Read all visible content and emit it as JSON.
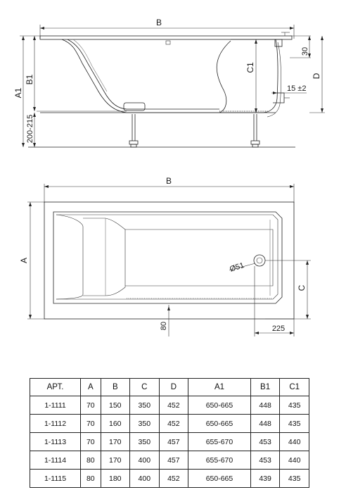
{
  "side_view": {
    "dim_B": "B",
    "dim_B1": "B1",
    "dim_A1": "A1",
    "dim_C1": "C1",
    "dim_D": "D",
    "dim_30": "30",
    "dim_15": "15 ±2",
    "dim_legs": "200-215"
  },
  "top_view": {
    "dim_B": "B",
    "dim_A": "A",
    "dim_C": "C",
    "dim_drain": "Ø51",
    "dim_80": "80",
    "dim_225": "225"
  },
  "table": {
    "headers": [
      "АРТ.",
      "A",
      "B",
      "C",
      "D",
      "A1",
      "B1",
      "C1"
    ],
    "rows": [
      [
        "1-1111",
        "70",
        "150",
        "350",
        "452",
        "650-665",
        "448",
        "435"
      ],
      [
        "1-1112",
        "70",
        "160",
        "350",
        "452",
        "650-665",
        "448",
        "435"
      ],
      [
        "1-1113",
        "70",
        "170",
        "350",
        "457",
        "655-670",
        "453",
        "440"
      ],
      [
        "1-1114",
        "80",
        "170",
        "400",
        "457",
        "655-670",
        "453",
        "440"
      ],
      [
        "1-1115",
        "80",
        "180",
        "400",
        "452",
        "650-665",
        "439",
        "435"
      ]
    ]
  }
}
